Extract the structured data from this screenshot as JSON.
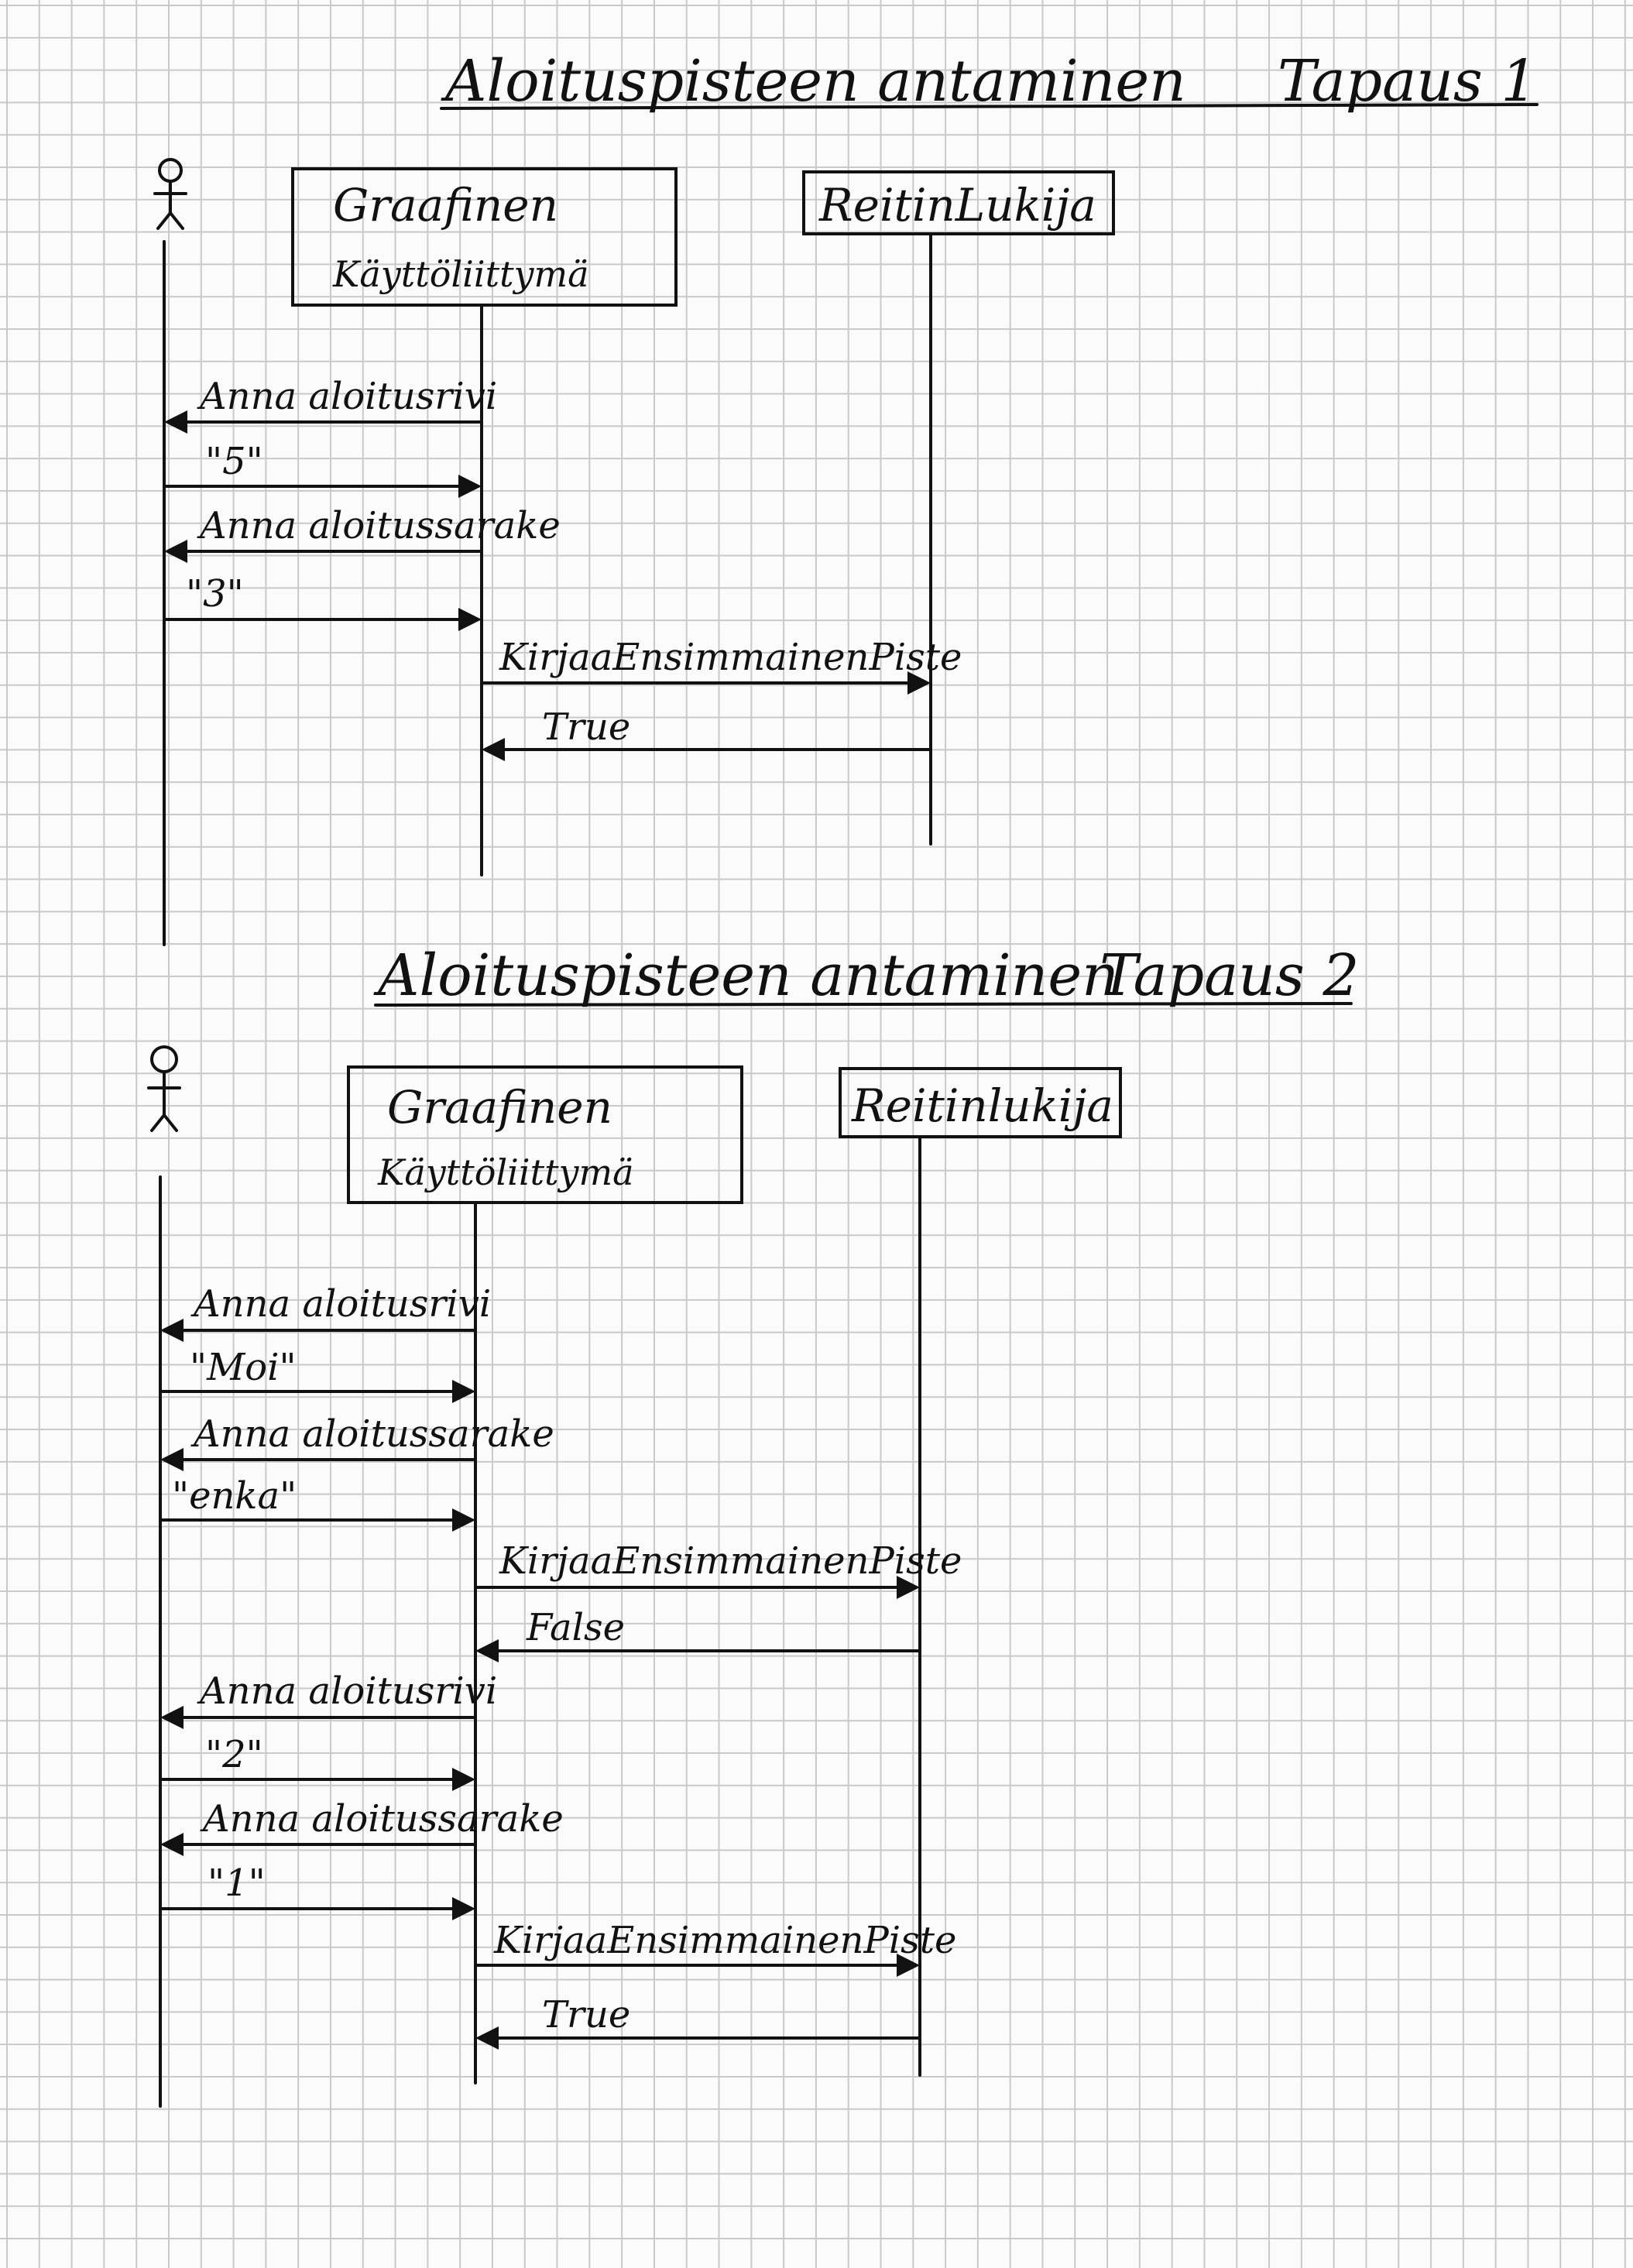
{
  "diagrams": [
    {
      "title": "Aloituspisteen antaminen",
      "case_label": "Tapaus 1",
      "participants": {
        "actor": "",
        "gui_line1": "Graafinen",
        "gui_line2": "Käyttöliittymä",
        "reader": "ReitinLukija"
      },
      "messages": [
        {
          "label": "Anna aloitusrivi",
          "from": "gui",
          "to": "actor"
        },
        {
          "label": "\"5\"",
          "from": "actor",
          "to": "gui"
        },
        {
          "label": "Anna aloitussarake",
          "from": "gui",
          "to": "actor"
        },
        {
          "label": "\"3\"",
          "from": "actor",
          "to": "gui"
        },
        {
          "label": "KirjaaEnsimmainenPiste",
          "from": "gui",
          "to": "reader"
        },
        {
          "label": "True",
          "from": "reader",
          "to": "gui"
        }
      ]
    },
    {
      "title": "Aloituspisteen antaminen",
      "case_label": "Tapaus 2",
      "participants": {
        "actor": "",
        "gui_line1": "Graafinen",
        "gui_line2": "Käyttöliittymä",
        "reader": "Reitinlukija"
      },
      "messages": [
        {
          "label": "Anna aloitusrivi",
          "from": "gui",
          "to": "actor"
        },
        {
          "label": "\"Moi\"",
          "from": "actor",
          "to": "gui"
        },
        {
          "label": "Anna aloitussarake",
          "from": "gui",
          "to": "actor"
        },
        {
          "label": "\"enka\"",
          "from": "actor",
          "to": "gui"
        },
        {
          "label": "KirjaaEnsimmainenPiste",
          "from": "gui",
          "to": "reader"
        },
        {
          "label": "False",
          "from": "reader",
          "to": "gui"
        },
        {
          "label": "Anna aloitusrivi",
          "from": "gui",
          "to": "actor"
        },
        {
          "label": "\"2\"",
          "from": "actor",
          "to": "gui"
        },
        {
          "label": "Anna aloitussarake",
          "from": "gui",
          "to": "actor"
        },
        {
          "label": "\"1\"",
          "from": "actor",
          "to": "gui"
        },
        {
          "label": "KirjaaEnsimmainenPiste",
          "from": "gui",
          "to": "reader"
        },
        {
          "label": "True",
          "from": "reader",
          "to": "gui"
        }
      ]
    }
  ]
}
